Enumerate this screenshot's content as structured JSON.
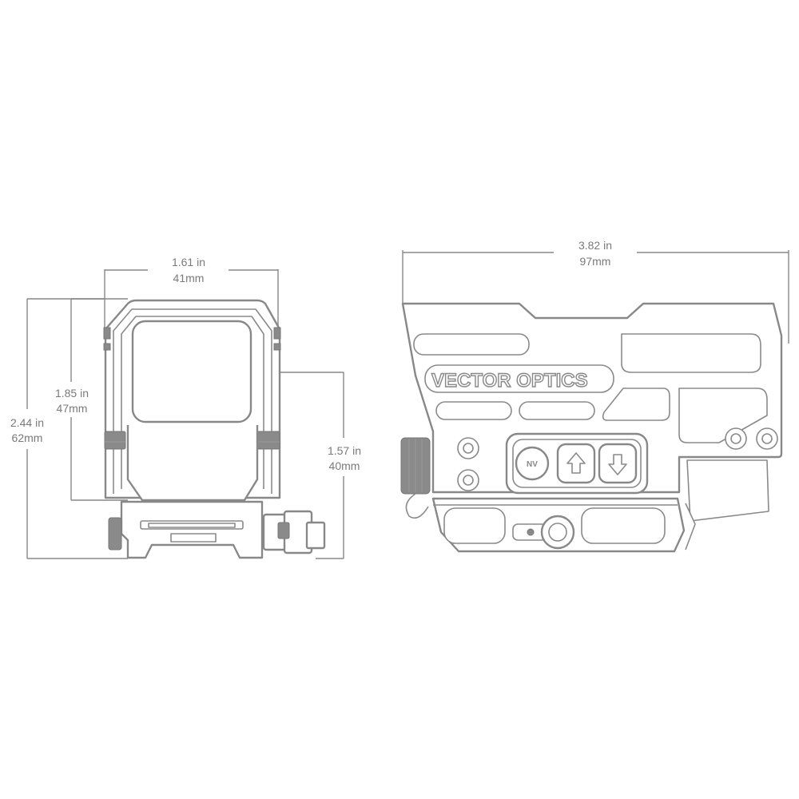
{
  "front_view": {
    "width_dimension": {
      "inches": "1.61 in",
      "mm": "41mm"
    },
    "body_height_dimension": {
      "inches": "1.85 in",
      "mm": "47mm"
    },
    "total_height_dimension": {
      "inches": "2.44 in",
      "mm": "62mm"
    },
    "optical_height_dimension": {
      "inches": "1.57 in",
      "mm": "40mm"
    }
  },
  "side_view": {
    "length_dimension": {
      "inches": "3.82 in",
      "mm": "97mm"
    },
    "brand_text": "VECTOR OPTICS",
    "buttons": {
      "nv_label": "NV",
      "up_icon": "arrow-up-icon",
      "down_icon": "arrow-down-icon"
    }
  },
  "colors": {
    "line": "#888888",
    "text": "#7a7a7a",
    "background": "#ffffff"
  }
}
